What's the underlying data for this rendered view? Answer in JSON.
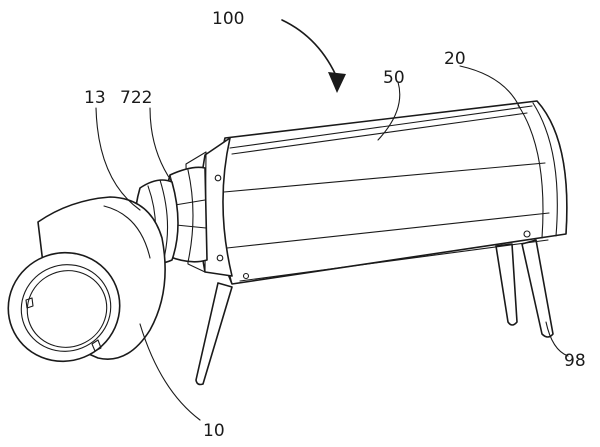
{
  "labels": {
    "l100": "100",
    "l20": "20",
    "l50": "50",
    "l13": "13",
    "l722": "722",
    "l10": "10",
    "l98": "98"
  },
  "colors": {
    "line": "#1a1a1a",
    "background": "#ffffff"
  }
}
